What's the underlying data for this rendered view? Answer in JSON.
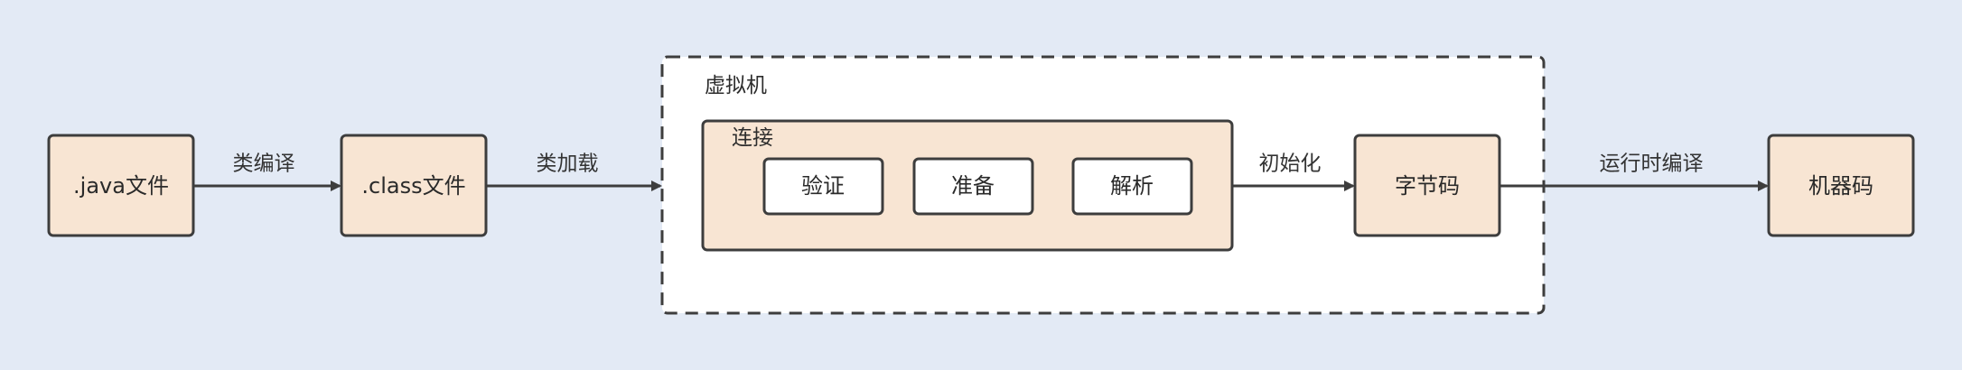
{
  "diagram": {
    "background": "#e3eaf5",
    "box_fill": "#f8e5d3",
    "inner_box_fill": "#ffffff",
    "stroke": "#3d3d3d",
    "nodes": {
      "java_file": ".java文件",
      "class_file": ".class文件",
      "bytecode": "字节码",
      "machine_code": "机器码"
    },
    "vm_group": {
      "label": "虚拟机",
      "linking": {
        "label": "连接",
        "steps": [
          "验证",
          "准备",
          "解析"
        ]
      }
    },
    "edges": {
      "compile": "类编译",
      "load": "类加载",
      "initialize": "初始化",
      "jit": "运行时编译"
    }
  }
}
